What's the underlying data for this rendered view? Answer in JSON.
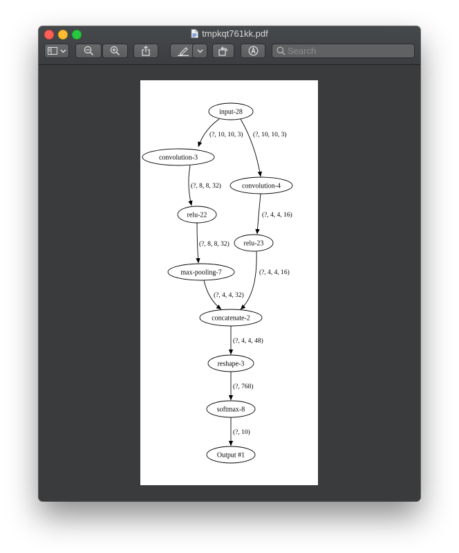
{
  "window": {
    "title": "tmpkqt761kk.pdf"
  },
  "toolbar": {
    "search_placeholder": "Search",
    "icons": [
      "sidebar-icon",
      "chevron-down-icon",
      "zoom-out-icon",
      "zoom-in-icon",
      "share-icon",
      "highlight-pen-icon",
      "chevron-down-icon",
      "rotate-icon",
      "markup-icon",
      "search-icon"
    ]
  },
  "graph": {
    "nodes": [
      {
        "id": "input28",
        "label": "input-28"
      },
      {
        "id": "conv3",
        "label": "convolution-3"
      },
      {
        "id": "conv4",
        "label": "convolution-4"
      },
      {
        "id": "relu22",
        "label": "relu-22"
      },
      {
        "id": "relu23",
        "label": "relu-23"
      },
      {
        "id": "maxpool7",
        "label": "max-pooling-7"
      },
      {
        "id": "concat2",
        "label": "concatenate-2"
      },
      {
        "id": "reshape3",
        "label": "reshape-3"
      },
      {
        "id": "softmax8",
        "label": "softmax-8"
      },
      {
        "id": "output1",
        "label": "Output #1"
      }
    ],
    "edges": [
      {
        "from": "input28",
        "to": "conv3",
        "label": "(?, 10, 10, 3)"
      },
      {
        "from": "input28",
        "to": "conv4",
        "label": "(?, 10, 10, 3)"
      },
      {
        "from": "conv3",
        "to": "relu22",
        "label": "(?, 8, 8, 32)"
      },
      {
        "from": "conv4",
        "to": "relu23",
        "label": "(?, 4, 4, 16)"
      },
      {
        "from": "relu22",
        "to": "maxpool7",
        "label": "(?, 8, 8, 32)"
      },
      {
        "from": "relu23",
        "to": "concat2",
        "label": "(?, 4, 4, 16)"
      },
      {
        "from": "maxpool7",
        "to": "concat2",
        "label": "(?, 4, 4, 32)"
      },
      {
        "from": "concat2",
        "to": "reshape3",
        "label": "(?, 4, 4, 48)"
      },
      {
        "from": "reshape3",
        "to": "softmax8",
        "label": "(?, 768)"
      },
      {
        "from": "softmax8",
        "to": "output1",
        "label": "(?, 10)"
      }
    ]
  }
}
